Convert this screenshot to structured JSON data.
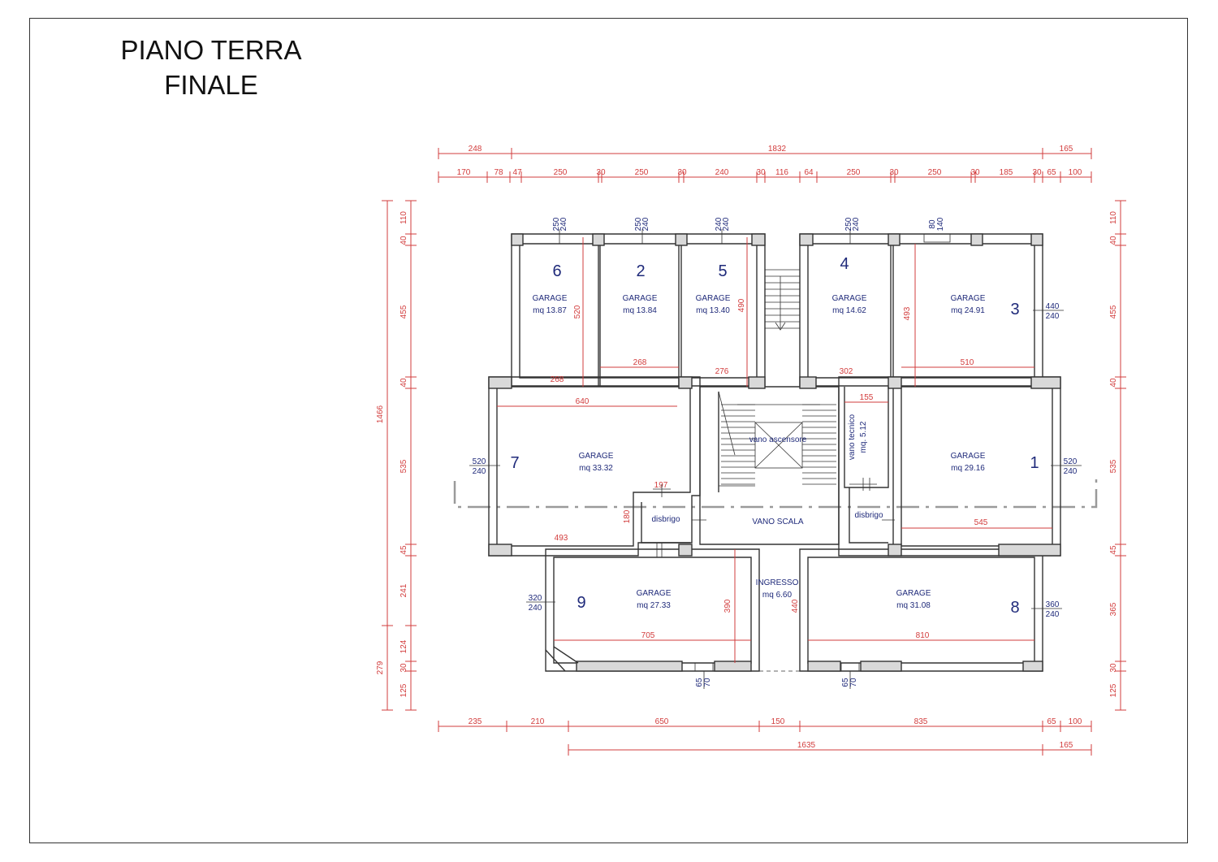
{
  "title": {
    "line1": "PIANO TERRA",
    "line2": "FINALE"
  },
  "top_dims": {
    "row1": [
      "248",
      "1832",
      "165"
    ],
    "row2": [
      "170",
      "78",
      "47",
      "250",
      "30",
      "250",
      "30",
      "240",
      "30",
      "116",
      "64",
      "250",
      "30",
      "250",
      "30",
      "185",
      "30",
      "65",
      "100"
    ]
  },
  "bottom_dims": {
    "row1": [
      "235",
      "210",
      "650",
      "150",
      "835",
      "65",
      "100"
    ],
    "row2": [
      "1635",
      "165"
    ]
  },
  "left_dims": {
    "total": "1466",
    "parts": [
      "110",
      "40",
      "455",
      "40",
      "535",
      "45",
      "241",
      "124",
      "30",
      "125"
    ],
    "sub": "279"
  },
  "right_dims": {
    "parts": [
      "110",
      "40",
      "455",
      "40",
      "535",
      "45",
      "365",
      "30",
      "125"
    ]
  },
  "rooms": [
    {
      "num": "6",
      "label": "GARAGE",
      "area": "mq 13.87",
      "door": [
        "250",
        "240"
      ],
      "w": "268",
      "h": "520"
    },
    {
      "num": "2",
      "label": "GARAGE",
      "area": "mq 13.84",
      "door": [
        "250",
        "240"
      ],
      "w": "268"
    },
    {
      "num": "5",
      "label": "GARAGE",
      "area": "mq 13.40",
      "door": [
        "240",
        "240"
      ],
      "w": "276",
      "h": "490"
    },
    {
      "num": "4",
      "label": "GARAGE",
      "area": "mq 14.62",
      "door": [
        "250",
        "240"
      ],
      "w": "302"
    },
    {
      "num": "3",
      "label": "GARAGE",
      "area": "mq 24.91",
      "door": [
        "80",
        "140"
      ],
      "w": "510",
      "h": "493",
      "side": [
        "440",
        "240"
      ]
    },
    {
      "num": "7",
      "label": "GARAGE",
      "area": "mq 33.32",
      "w": "640",
      "w2": "493",
      "side": [
        "520",
        "240"
      ]
    },
    {
      "num": "1",
      "label": "GARAGE",
      "area": "mq 29.16",
      "w": "545",
      "side": [
        "520",
        "240"
      ]
    },
    {
      "num": "9",
      "label": "GARAGE",
      "area": "mq 27.33",
      "w": "705",
      "h": "390",
      "side": [
        "320",
        "240"
      ],
      "win": [
        "65",
        "70"
      ]
    },
    {
      "num": "8",
      "label": "GARAGE",
      "area": "mq 31.08",
      "w": "810",
      "side": [
        "360",
        "240"
      ],
      "win": [
        "65",
        "70"
      ]
    }
  ],
  "labels": {
    "vano_tecnico": "vano tecnico",
    "vano_tecnico_area": "mq. 5.12",
    "vano_tecnico_w": "155",
    "vano_ascensore": "vano ascensore",
    "disbrigo": "disbrigo",
    "disbrigo_w": "197",
    "disbrigo_h": "180",
    "vano_scala": "VANO SCALA",
    "ingresso": "INGRESSO",
    "ingresso_area": "mq 6.60",
    "ingresso_h": "440"
  }
}
